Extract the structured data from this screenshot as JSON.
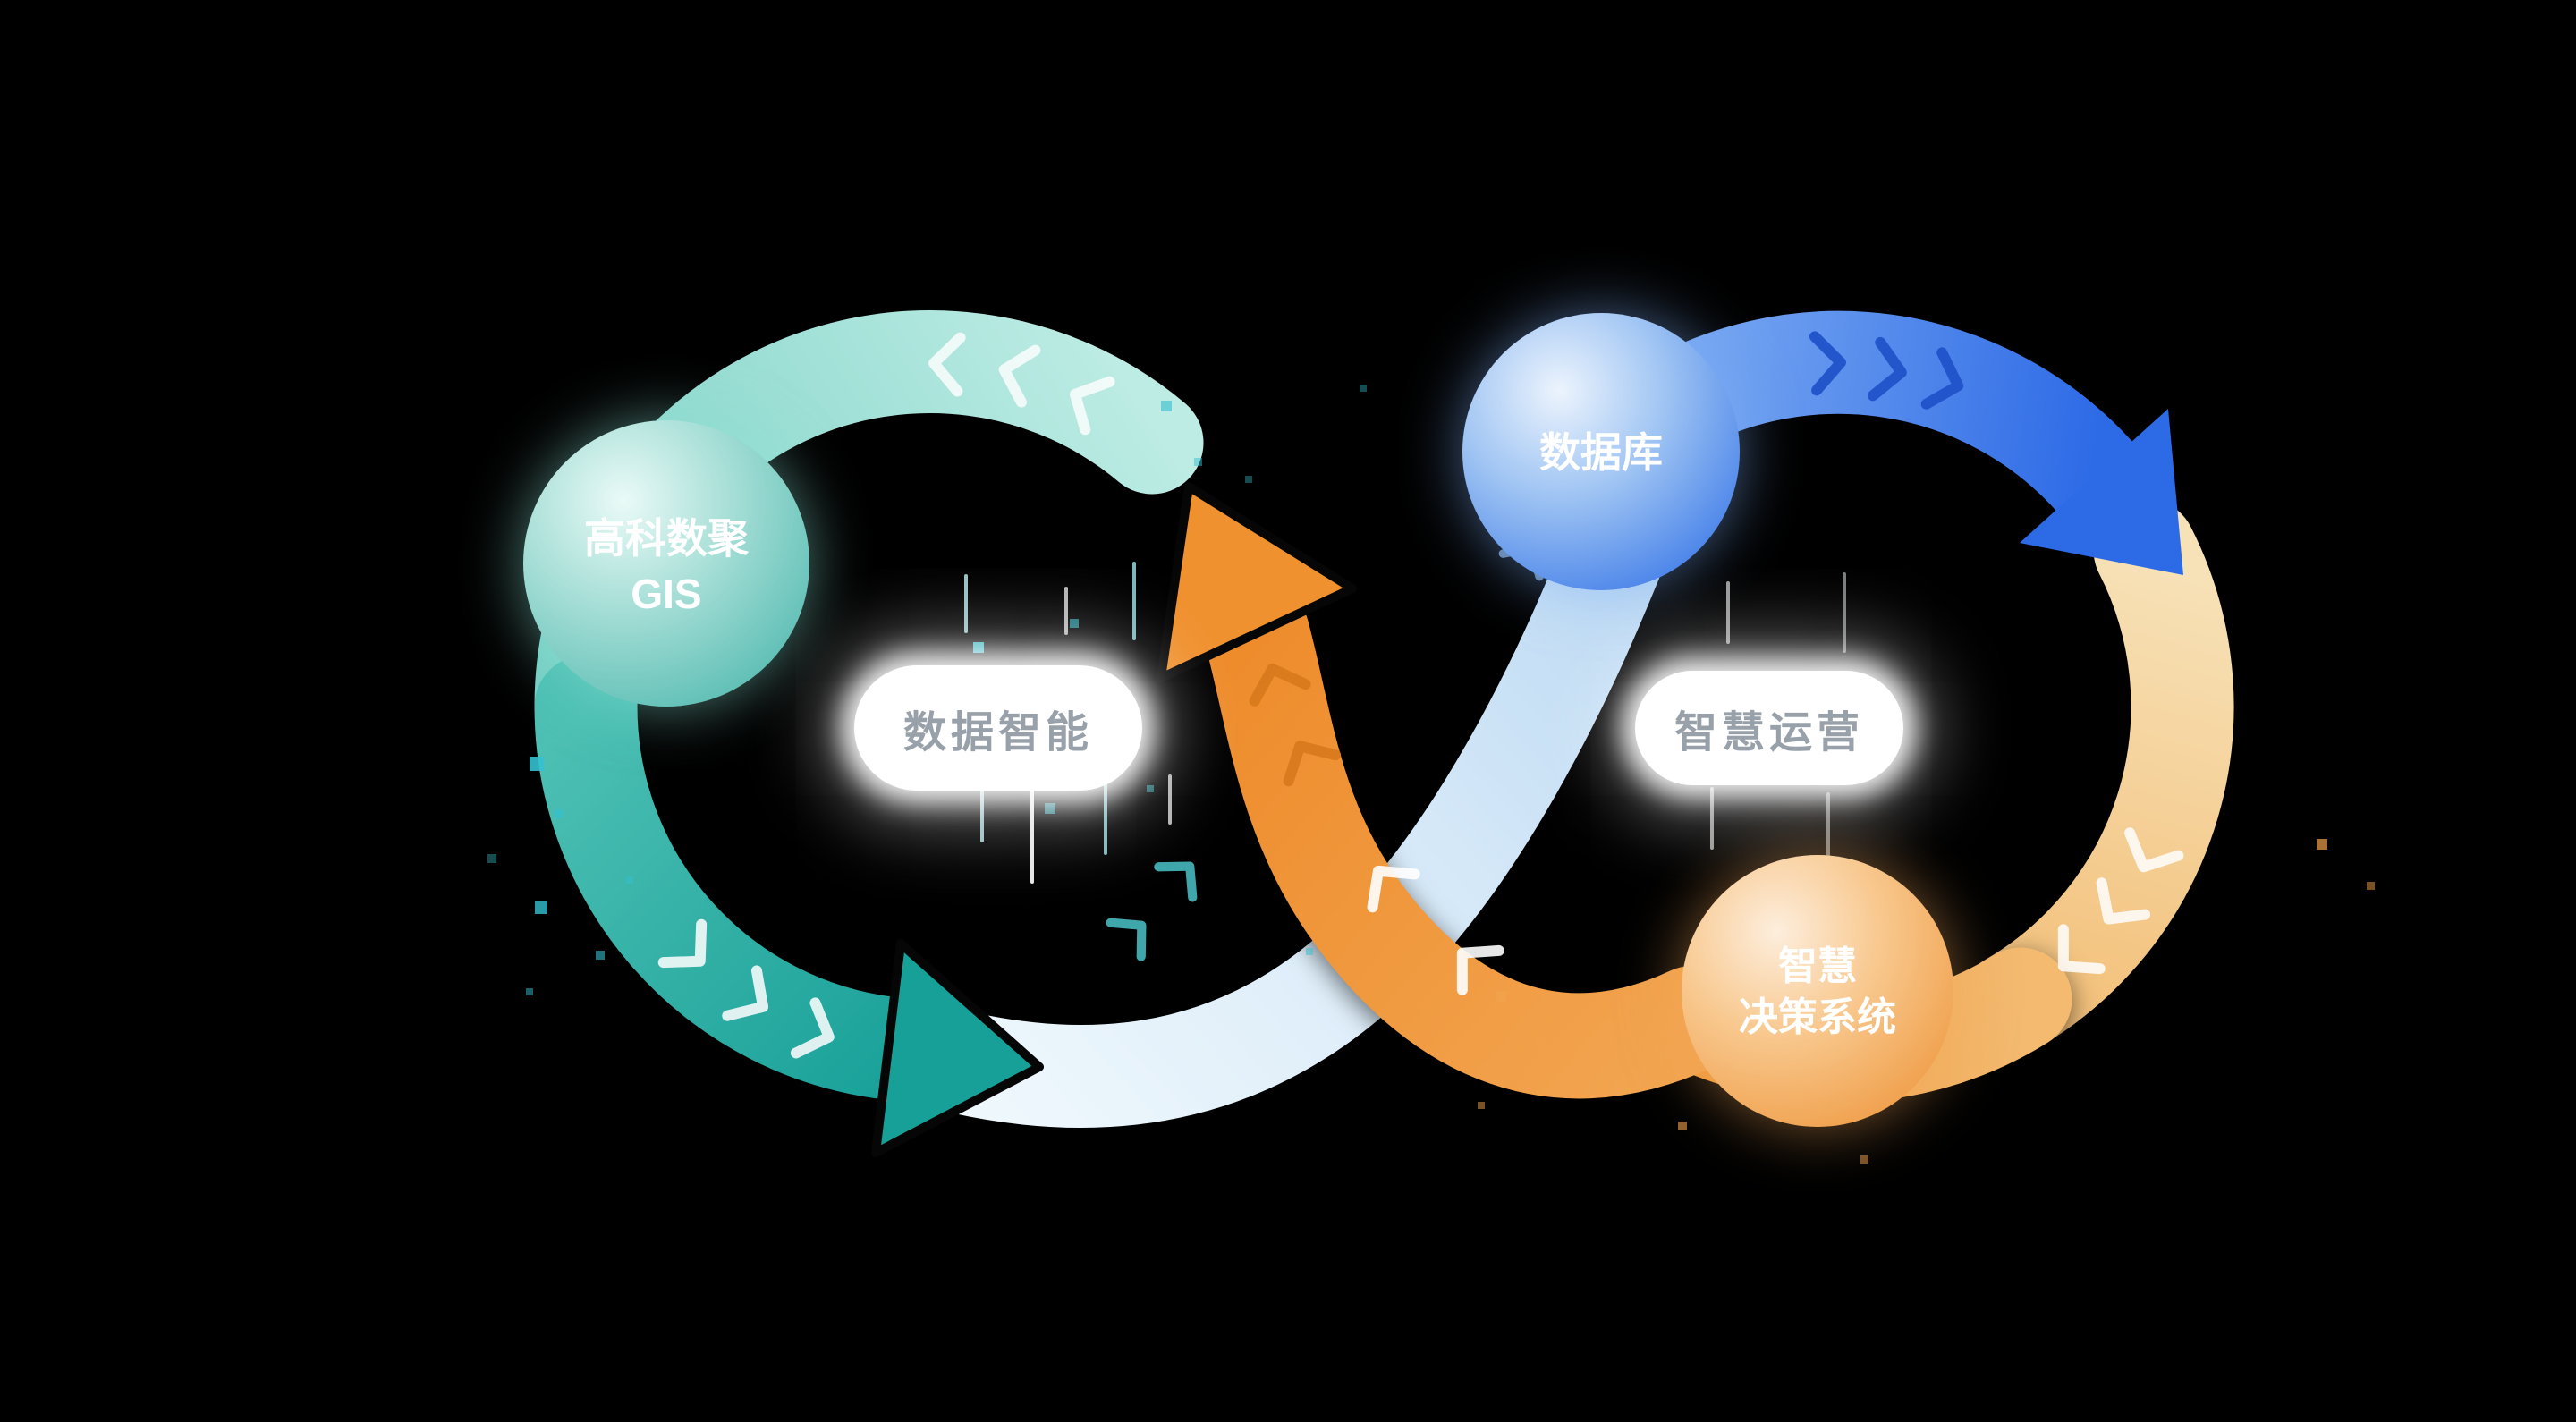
{
  "diagram": {
    "nodes": {
      "gis": {
        "line1": "高科数聚",
        "line2": "GIS"
      },
      "database": {
        "label": "数据库"
      },
      "decision": {
        "line1": "智慧",
        "line2": "决策系统"
      }
    },
    "pills": {
      "left": "数据智能",
      "right": "智慧运营"
    },
    "colors": {
      "background": "#000000",
      "teal_dark": "#17a098",
      "teal_light": "#aee4dc",
      "blue": "#2d6ae6",
      "blue_light": "#79aaf2",
      "orange": "#f0912f",
      "tan": "#f7e2b8",
      "ribbon": "#cfe6f7",
      "pill_text": "#98a1a9"
    }
  }
}
